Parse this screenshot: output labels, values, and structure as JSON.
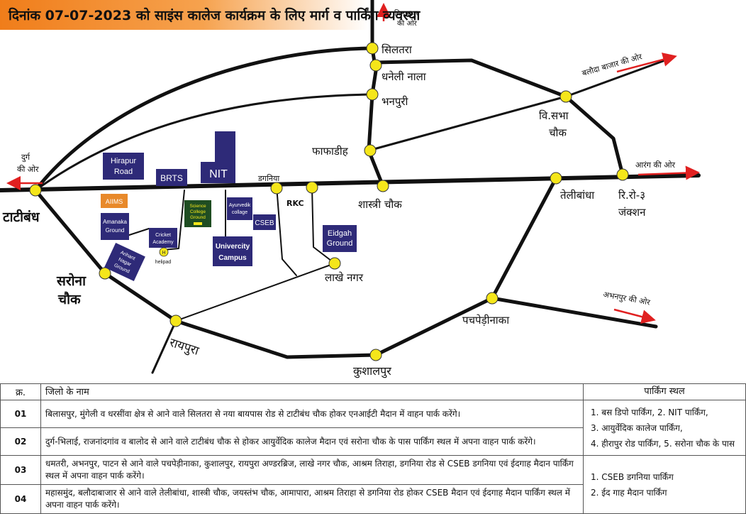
{
  "title": "दिनांक 07-07-2023 को साइंस कालेज कार्यक्रम के लिए मार्ग व पार्किंग व्यवस्था",
  "direction_labels": {
    "bilaspur_1": "बिलासपुर",
    "bilaspur_2": "की ओर",
    "durg_1": "दुर्ग",
    "durg_2": "की ओर",
    "baloda_bazar": "बलौदा बाजार की ओर",
    "arang": "आरंग की ओर",
    "abhanpur": "अभनपुर की ओर"
  },
  "places": {
    "siltara": "सिलतरा",
    "dhaneli_nala": "धनेली नाला",
    "bhanpuri": "भनपुरी",
    "fafadih": "फाफाडीह",
    "vidhansabha_1": "वि.सभा",
    "vidhansabha_2": "चौक",
    "dganiya": "डगनिया",
    "rkc": "RKC",
    "shastri_chowk": "शास्त्री चौक",
    "telibandha": "तेलीबांधा",
    "ring_road_1": "रि.रो-३",
    "ring_road_2": "जंक्शन",
    "tatibandh": "टाटीबंध",
    "sarona_1": "सरोना",
    "sarona_2": "चौक",
    "lakhe_nagar": "लाखे नगर",
    "pachpedi_naka": "पचपेड़ीनाका",
    "raipura": "रायपुरा",
    "kushalpur": "कुशालपुर"
  },
  "venues": {
    "hirapur_road_1": "Hirapur",
    "hirapur_road_2": "Road",
    "aiims": "AIIMS",
    "brts": "BRTS",
    "nit": "NIT",
    "science_ground_1": "Science",
    "science_ground_2": "College",
    "science_ground_3": "Ground",
    "ayurvedik_1": "Ayurvedik",
    "ayurvedik_2": "collage",
    "amanaka_1": "Amanaka",
    "amanaka_2": "Ground",
    "cricket_1": "Cricket",
    "cricket_2": "Academy",
    "helipad": "helipad",
    "helipad_mark": "H",
    "arihant_1": "Arihant",
    "arihant_2": "Nagar",
    "arihant_3": "Ground",
    "university_1": "Univercity",
    "university_2": "Campus",
    "cseb": "CSEB",
    "eidgah_1": "Eidgah",
    "eidgah_2": "Ground"
  },
  "colors": {
    "road": "#111111",
    "junction": "#f5e61a",
    "venue_box": "#2e2a78",
    "aiims_box": "#e8892a",
    "science_box": "#1f4d22",
    "arrow": "#e02020",
    "title_orange": "#f07d1a"
  },
  "table": {
    "headers": {
      "serial": "क्र.",
      "districts": "जिलो के नाम",
      "parking": "पार्किंग स्थल"
    },
    "rows": [
      {
        "serial": "01",
        "text": "बिलासपुर, मुंगेली व धरसींवा क्षेत्र से आने वाले सिलतरा से नया बायपास रोड से टाटीबंध चौक होकर एनआईटी मैदान में वाहन पार्क करेंगे।"
      },
      {
        "serial": "02",
        "text": "दुर्ग-भिलाई, राजनांदगांव व बालोद से आने वाले टाटीबंध चौक से होकर आयुर्वेदिक कालेज मैदान एवं सरोना चौक के पास पार्किंग स्थल में अपना वाहन पार्क करेंगे।"
      },
      {
        "serial": "03",
        "text": "धमतरी, अभनपुर, पाटन से आने वाले पचपेड़ीनाका, कुशालपुर, रायपुरा अण्डरब्रिज, लाखे नगर चौक, आश्रम तिराहा, डगनिया रोड से CSEB डगनिया एवं ईदगाह मैदान पार्किंग स्थल में अपना वाहन पार्क करेंगे।"
      },
      {
        "serial": "04",
        "text": "महासमुंद, बलौदाबाजार से आने वाले तेलीबांधा, शास्त्री चौक, जयस्तंभ चौक, आमापारा, आश्रम तिराहा से डगनिया रोड होकर CSEB मैदान एवं ईदगाह मैदान पार्किंग स्थल में अपना वाहन पार्क करेंगे।"
      }
    ],
    "parking_group_1": [
      "1. बस डिपो पार्किंग, 2. NIT पार्किंग,",
      "3. आयुर्वेदिक कालेज पार्किंग,",
      "4. हीरापुर रोड पार्किंग, 5. सरोना चौक के पास"
    ],
    "parking_group_2": [
      "1. CSEB डगनिया पार्किंग",
      "2. ईद गाह मैदान पार्किंग"
    ]
  }
}
